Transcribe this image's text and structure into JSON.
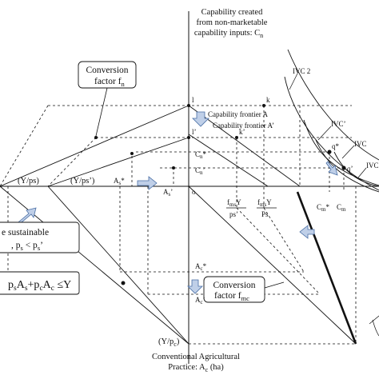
{
  "top_axis_label": {
    "line1": "Capability created",
    "line2": "from non-marketable",
    "line3": "capability inputs: C",
    "line3_sub": "n"
  },
  "bottom_axis_label": {
    "line1": "Conventional Agricultural",
    "line2": "Practice: A",
    "line2_sub": "c",
    "line2_tail": " (ha)"
  },
  "left_axis_labels": {
    "y_ps": "(Y/ps)",
    "y_ps_prime": "(Y/ps’)",
    "y_pc": "(Y/p",
    "y_pc_sub": "c",
    "y_pc_tail": ")"
  },
  "boxes": {
    "conversion_fn": {
      "line1": "Conversion",
      "line2": "factor f",
      "line2_sub": "n"
    },
    "conversion_fmc": {
      "line1": "Conversion",
      "line2": "factor f",
      "line2_sub": "mc"
    },
    "sustainable": {
      "line1": "e sustainable",
      "line2": ", p",
      "line2_sub": "s",
      "line2_tail": " < p",
      "line2_sub2": "s",
      "line2_tail2": "’"
    },
    "budget": {
      "text": "p",
      "s1": "s",
      "t1": "A",
      "s2": "s",
      "t2": "+p",
      "s3": "c",
      "t3": "A",
      "s4": "c",
      "t4": " ≤Y"
    }
  },
  "frontier_labels": {
    "frontier_a": "Capability frontier A",
    "frontier_a_prime": "Capability frontier A’"
  },
  "curve_labels": {
    "ivc2": "IVC 2",
    "ivc_prime": "IVC’",
    "ivc": "IVC",
    "ivc_right": "IVC"
  },
  "points": {
    "l": "l",
    "l_prime": "l’",
    "k": "k",
    "k_prime": "k’",
    "q_star": "q*",
    "q_prime": "q’",
    "o": "o"
  },
  "axis_ticks": {
    "cn_star": "C",
    "cn_star_sub": "n",
    "cn_star_tail": "*",
    "cn_prime": "C",
    "cn_prime_sub": "n",
    "cn_prime_tail": "’",
    "as_star": "A",
    "as_star_sub": "s",
    "as_star_tail": "*",
    "as_prime": "A",
    "as_prime_sub": "s",
    "as_prime_tail": "’",
    "ac_star": "A",
    "ac_star_sub": "c",
    "ac_star_tail": "*",
    "ac_prime": "A",
    "ac_prime_sub": "c",
    "ac_prime_tail": "’",
    "cm_star": "C",
    "cm_star_sub": "m",
    "cm_star_tail": "*",
    "cm": "C",
    "cm_sub": "m",
    "frac1_num": "f",
    "frac1_num_sub": "ms",
    "frac1_num_tail": "Y",
    "frac1_den": "ps’",
    "frac2_num": "f",
    "frac2_num_sub": "ms",
    "frac2_num_tail": "Y",
    "frac2_den": "Ps"
  },
  "colors": {
    "arrow_fill": "#bfcfe8",
    "arrow_stroke": "#4a6fa5",
    "line": "#111111"
  }
}
